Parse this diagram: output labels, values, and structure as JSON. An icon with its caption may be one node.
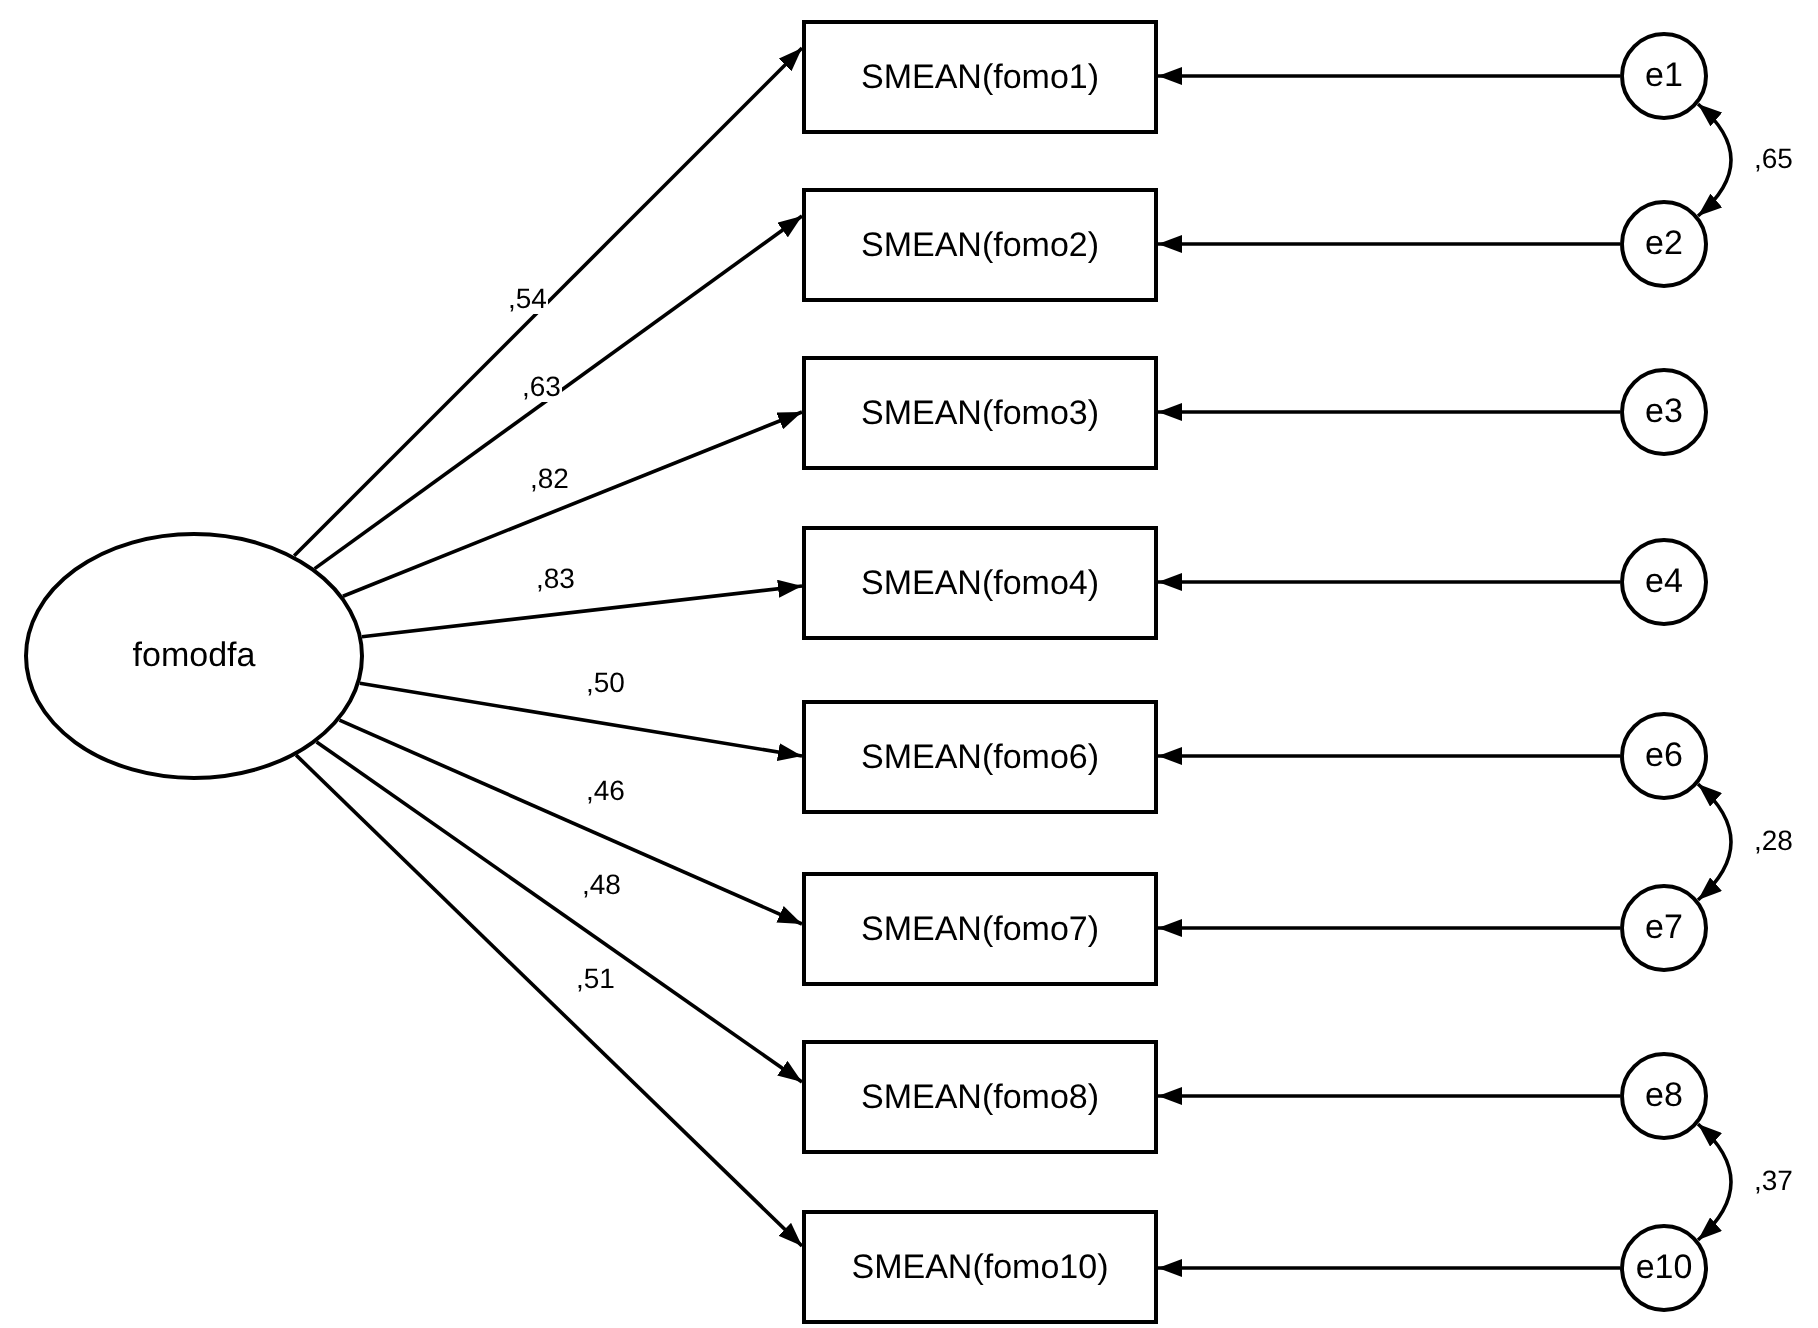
{
  "diagram": {
    "nodes": [
      {
        "text": [
          "fomodfa"
        ]
      },
      {
        "text": [
          "SMEAN(fomo1)"
        ]
      },
      {
        "text": [
          "SMEAN(fomo2)"
        ]
      },
      {
        "text": [
          "SMEAN(fomo3)"
        ]
      },
      {
        "text": [
          "SMEAN(fomo4)"
        ]
      },
      {
        "text": [
          "SMEAN(fomo6)"
        ]
      },
      {
        "text": [
          "SMEAN(fomo7)"
        ]
      },
      {
        "text": [
          "SMEAN(fomo8)"
        ]
      },
      {
        "text": [
          "SMEAN(fomo10)"
        ]
      },
      {
        "text": [
          "e1"
        ]
      },
      {
        "text": [
          "e2"
        ]
      },
      {
        "text": [
          "e3"
        ]
      },
      {
        "text": [
          "e4"
        ]
      },
      {
        "text": [
          "e6"
        ]
      },
      {
        "text": [
          "e7"
        ]
      },
      {
        "text": [
          "e8"
        ]
      },
      {
        "text": [
          "e10"
        ]
      }
    ],
    "edges": [
      {
        "from": 0,
        "to": 1,
        "arrow": "to",
        "label": ",54"
      },
      {
        "from": 0,
        "to": 2,
        "arrow": "to",
        "label": ",63"
      },
      {
        "from": 0,
        "to": 3,
        "arrow": "to",
        "label": ",82"
      },
      {
        "from": 0,
        "to": 4,
        "arrow": "to",
        "label": ",83"
      },
      {
        "from": 0,
        "to": 5,
        "arrow": "to",
        "label": ",50"
      },
      {
        "from": 0,
        "to": 6,
        "arrow": "to",
        "label": ",46"
      },
      {
        "from": 0,
        "to": 7,
        "arrow": "to",
        "label": ",48"
      },
      {
        "from": 0,
        "to": 8,
        "arrow": "to",
        "label": ",51"
      },
      {
        "from": 9,
        "to": 1,
        "arrow": "to"
      },
      {
        "from": 10,
        "to": 2,
        "arrow": "to"
      },
      {
        "from": 11,
        "to": 3,
        "arrow": "to"
      },
      {
        "from": 12,
        "to": 4,
        "arrow": "to"
      },
      {
        "from": 13,
        "to": 5,
        "arrow": "to"
      },
      {
        "from": 14,
        "to": 6,
        "arrow": "to"
      },
      {
        "from": 15,
        "to": 7,
        "arrow": "to"
      },
      {
        "from": 16,
        "to": 8,
        "arrow": "to"
      },
      {
        "from": 9,
        "to": 10,
        "arrow": "both",
        "label": ",65"
      },
      {
        "from": 13,
        "to": 14,
        "arrow": "both",
        "label": ",28"
      },
      {
        "from": 15,
        "to": 16,
        "arrow": "both",
        "label": ",37"
      }
    ]
  }
}
